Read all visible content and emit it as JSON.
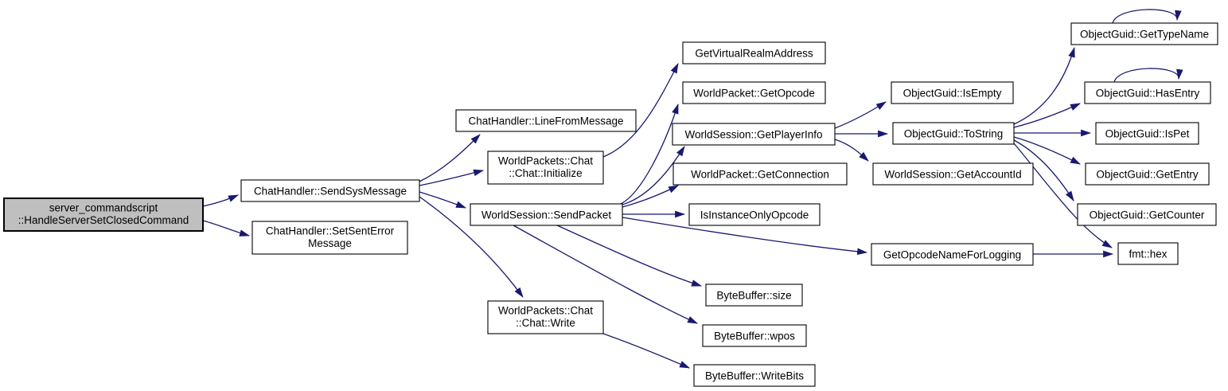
{
  "diagram": {
    "type": "call-graph",
    "colors": {
      "background": "#ffffff",
      "edge": "#191970",
      "node_border": "#000000",
      "node_fill": "#ffffff",
      "highlight_node_fill": "#bfbfbf",
      "text": "#000000"
    },
    "nodes": {
      "handle_server_set_closed_command": {
        "lines": [
          "server_commandscript",
          "::HandleServerSetClosedCommand"
        ],
        "highlighted": true
      },
      "send_sys_message": {
        "label": "ChatHandler::SendSysMessage"
      },
      "set_sent_error_message": {
        "lines": [
          "ChatHandler::SetSentError",
          "Message"
        ]
      },
      "line_from_message": {
        "label": "ChatHandler::LineFromMessage"
      },
      "chat_initialize": {
        "lines": [
          "WorldPackets::Chat",
          "::Chat::Initialize"
        ]
      },
      "send_packet": {
        "label": "WorldSession::SendPacket"
      },
      "chat_write": {
        "lines": [
          "WorldPackets::Chat",
          "::Chat::Write"
        ]
      },
      "get_virtual_realm_address": {
        "label": "GetVirtualRealmAddress"
      },
      "get_opcode": {
        "label": "WorldPacket::GetOpcode"
      },
      "get_player_info": {
        "label": "WorldSession::GetPlayerInfo"
      },
      "get_connection": {
        "label": "WorldPacket::GetConnection"
      },
      "is_instance_only_opcode": {
        "label": "IsInstanceOnlyOpcode"
      },
      "byte_buffer_size": {
        "label": "ByteBuffer::size"
      },
      "byte_buffer_wpos": {
        "label": "ByteBuffer::wpos"
      },
      "byte_buffer_write_bits": {
        "label": "ByteBuffer::WriteBits"
      },
      "is_empty": {
        "label": "ObjectGuid::IsEmpty"
      },
      "to_string": {
        "label": "ObjectGuid::ToString"
      },
      "get_account_id": {
        "label": "WorldSession::GetAccountId"
      },
      "get_opcode_name_for_logging": {
        "label": "GetOpcodeNameForLogging"
      },
      "get_type_name": {
        "label": "ObjectGuid::GetTypeName"
      },
      "has_entry": {
        "label": "ObjectGuid::HasEntry"
      },
      "is_pet": {
        "label": "ObjectGuid::IsPet"
      },
      "get_entry": {
        "label": "ObjectGuid::GetEntry"
      },
      "get_counter": {
        "label": "ObjectGuid::GetCounter"
      },
      "fmt_hex": {
        "label": "fmt::hex"
      }
    },
    "edges": [
      {
        "from": "handle_server_set_closed_command",
        "to": "send_sys_message"
      },
      {
        "from": "handle_server_set_closed_command",
        "to": "set_sent_error_message"
      },
      {
        "from": "send_sys_message",
        "to": "line_from_message"
      },
      {
        "from": "send_sys_message",
        "to": "chat_initialize"
      },
      {
        "from": "send_sys_message",
        "to": "send_packet"
      },
      {
        "from": "send_sys_message",
        "to": "chat_write"
      },
      {
        "from": "chat_initialize",
        "to": "get_virtual_realm_address"
      },
      {
        "from": "send_packet",
        "to": "get_opcode"
      },
      {
        "from": "send_packet",
        "to": "get_player_info"
      },
      {
        "from": "send_packet",
        "to": "get_connection"
      },
      {
        "from": "send_packet",
        "to": "is_instance_only_opcode"
      },
      {
        "from": "send_packet",
        "to": "get_opcode_name_for_logging"
      },
      {
        "from": "send_packet",
        "to": "byte_buffer_size"
      },
      {
        "from": "send_packet",
        "to": "byte_buffer_wpos"
      },
      {
        "from": "chat_write",
        "to": "byte_buffer_write_bits"
      },
      {
        "from": "get_player_info",
        "to": "is_empty"
      },
      {
        "from": "get_player_info",
        "to": "to_string"
      },
      {
        "from": "get_player_info",
        "to": "get_account_id"
      },
      {
        "from": "to_string",
        "to": "get_type_name"
      },
      {
        "from": "to_string",
        "to": "has_entry"
      },
      {
        "from": "to_string",
        "to": "is_pet"
      },
      {
        "from": "to_string",
        "to": "get_entry"
      },
      {
        "from": "to_string",
        "to": "get_counter"
      },
      {
        "from": "to_string",
        "to": "fmt_hex"
      },
      {
        "from": "get_opcode_name_for_logging",
        "to": "fmt_hex"
      },
      {
        "from": "get_type_name",
        "to": "get_type_name"
      },
      {
        "from": "has_entry",
        "to": "has_entry"
      }
    ]
  }
}
